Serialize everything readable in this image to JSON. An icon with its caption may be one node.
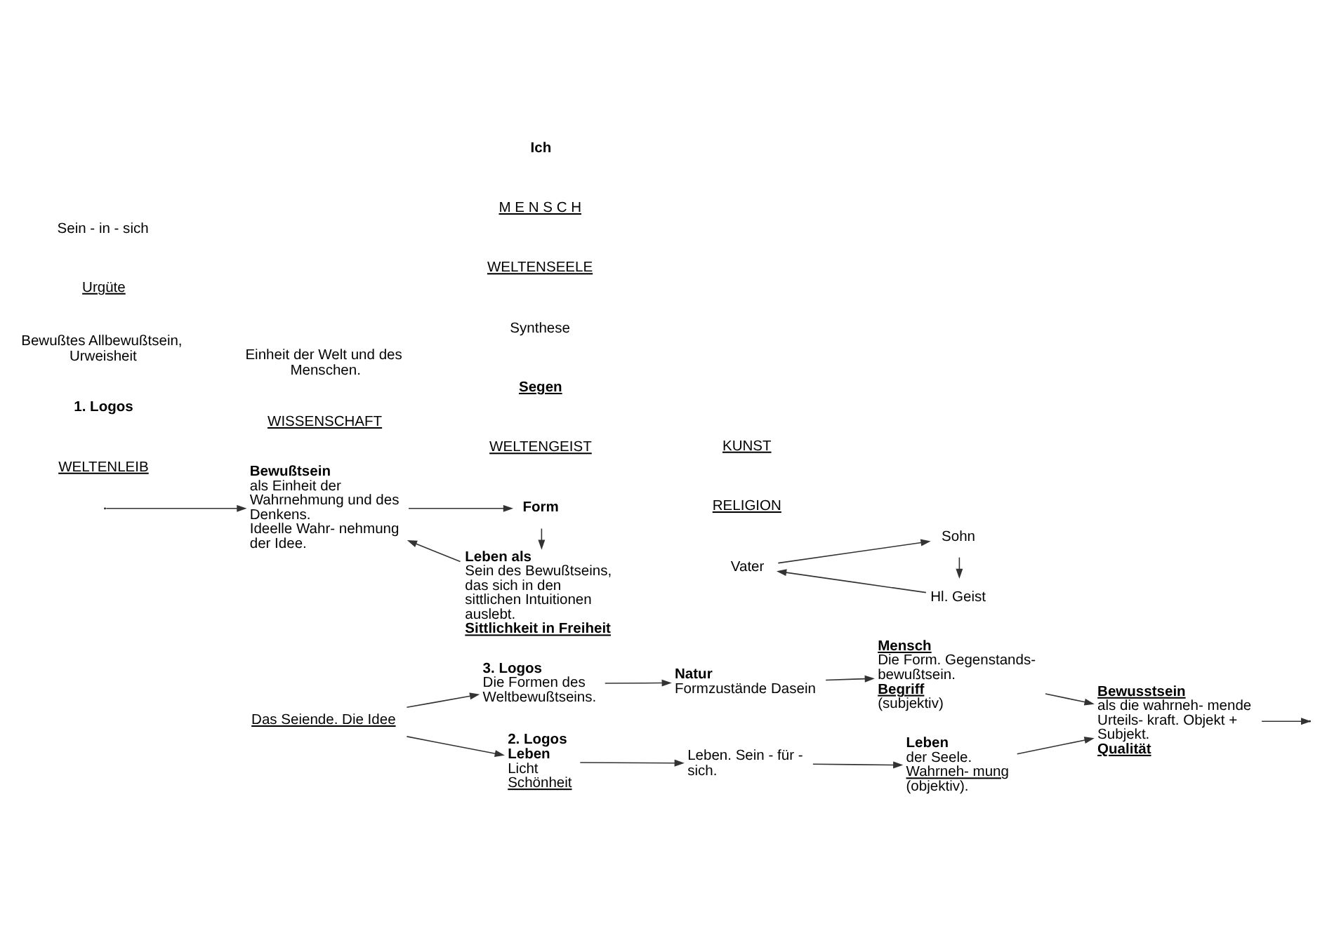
{
  "diagram": {
    "nodes": [
      {
        "text": [
          "Das Seiende. Die Idee"
        ]
      },
      {
        "text": [
          "3. Logos",
          "Die Formen des Weltbewußtseins."
        ]
      },
      {
        "text": [
          "Natur",
          "Formzustände Dasein"
        ]
      },
      {
        "text": [
          "Mensch",
          "Die Form. Gegenstands- bewußtsein.",
          "Begriff",
          "(subjektiv)"
        ]
      },
      {
        "text": [
          "2. Logos",
          "Leben",
          "Licht",
          "Schönheit"
        ]
      },
      {
        "text": [
          "Leben. Sein - für - sich."
        ]
      },
      {
        "text": [
          "Leben",
          "der Seele.",
          "Wahrneh- mung",
          "(objektiv)."
        ]
      },
      {
        "text": [
          "Bewusstsein",
          "als die wahrneh- mende Urteils- kraft. Objekt + Subjekt.",
          "Qualität"
        ]
      },
      {
        "text": [
          "Bewußtsein",
          "als Einheit der Wahrnehmung und des Denkens.",
          "Ideelle Wahr- nehmung der Idee."
        ]
      },
      {
        "text": [
          "Form"
        ]
      },
      {
        "text": [
          "Leben als",
          "Sein des Bewußtseins, das sich in den sittlichen Intuitionen auslebt.",
          "Sittlichkeit in Freiheit"
        ]
      },
      {
        "text": [
          "Vater"
        ]
      },
      {
        "text": [
          "Hl. Geist"
        ]
      },
      {
        "text": [
          "Sohn"
        ]
      }
    ],
    "edges": [
      {
        "from": 0,
        "to": 1,
        "arrow": "to"
      },
      {
        "from": 0,
        "to": 4,
        "arrow": "to"
      },
      {
        "from": 1,
        "to": 2,
        "arrow": "to"
      },
      {
        "from": 2,
        "to": 3,
        "arrow": "to"
      },
      {
        "from": 4,
        "to": 5,
        "arrow": "to"
      },
      {
        "from": 5,
        "to": 6,
        "arrow": "to"
      },
      {
        "from": 3,
        "to": 7,
        "arrow": "to"
      },
      {
        "from": 6,
        "to": 7,
        "arrow": "to"
      },
      {
        "from": 7,
        "to": null,
        "arrow": "to"
      },
      {
        "from": null,
        "to": 8,
        "arrow": "to"
      },
      {
        "from": 8,
        "to": 9,
        "arrow": "to"
      },
      {
        "from": 9,
        "to": 10,
        "arrow": "to"
      },
      {
        "from": 10,
        "to": 8,
        "arrow": "to"
      },
      {
        "from": 12,
        "to": 11,
        "arrow": "to"
      },
      {
        "from": 11,
        "to": 13,
        "arrow": "to"
      },
      {
        "from": 13,
        "to": 12,
        "arrow": "to"
      }
    ],
    "labels": [
      "WELTENGEIST",
      "WELTENLEIB",
      "1. Logos",
      "Bewußtes Allbewußtsein, Urweisheit",
      "Urgüte",
      "Sein - in - sich",
      "Segen",
      "Synthese",
      "WELTENSEELE",
      "M E N S C H",
      "Ich",
      "RELIGION",
      "WISSENSCHAFT",
      "KUNST",
      "Einheit der Welt und des Menschen."
    ]
  }
}
